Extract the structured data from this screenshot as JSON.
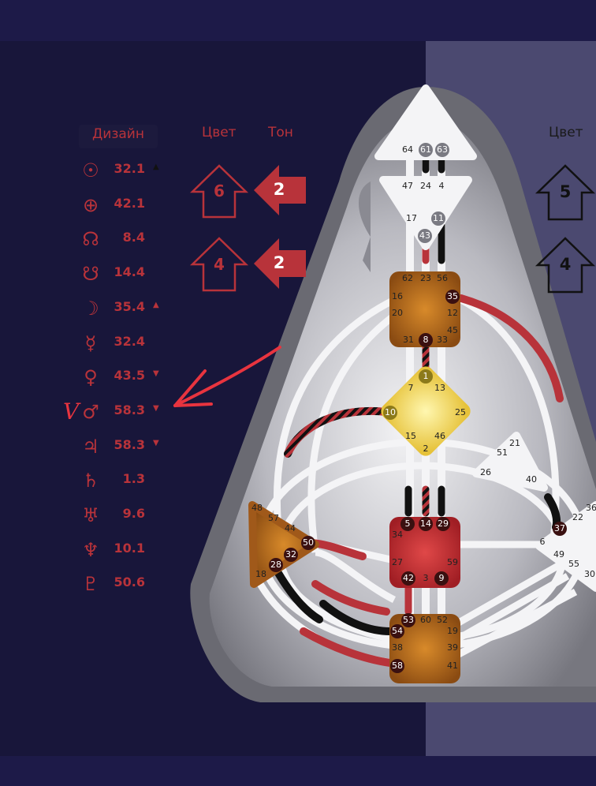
{
  "headers": {
    "design": "Дизайн",
    "color": "Цвет",
    "tone": "Тон",
    "right_color": "Цвет"
  },
  "planets": [
    {
      "icon": "sun-icon",
      "glyph": "☉",
      "value": "32.1",
      "mark": "▲",
      "mark_dark": true
    },
    {
      "icon": "earth-icon",
      "glyph": "⊕",
      "value": "42.1",
      "mark": ""
    },
    {
      "icon": "north-node-icon",
      "glyph": "☊",
      "value": "8.4",
      "mark": ""
    },
    {
      "icon": "south-node-icon",
      "glyph": "☋",
      "value": "14.4",
      "mark": ""
    },
    {
      "icon": "moon-icon",
      "glyph": "☽",
      "value": "35.4",
      "mark": "▲"
    },
    {
      "icon": "mercury-icon",
      "glyph": "☿",
      "value": "32.4",
      "mark": ""
    },
    {
      "icon": "venus-icon",
      "glyph": "♀",
      "value": "43.5",
      "mark": "▼"
    },
    {
      "icon": "mars-icon",
      "glyph": "♂",
      "value": "58.3",
      "mark": "▼"
    },
    {
      "icon": "jupiter-icon",
      "glyph": "♃",
      "value": "58.3",
      "mark": "▼"
    },
    {
      "icon": "saturn-icon",
      "glyph": "♄",
      "value": "1.3",
      "mark": ""
    },
    {
      "icon": "uranus-icon",
      "glyph": "♅",
      "value": "9.6",
      "mark": ""
    },
    {
      "icon": "neptune-icon",
      "glyph": "♆",
      "value": "10.1",
      "mark": ""
    },
    {
      "icon": "pluto-icon",
      "glyph": "♇",
      "value": "50.6",
      "mark": ""
    }
  ],
  "arrows": {
    "design_color_1": "6",
    "design_tone_1": "2",
    "design_color_2": "4",
    "design_tone_2": "2",
    "right_color_1": "5",
    "right_color_2": "4"
  },
  "annotation": {
    "check_mark": "V"
  },
  "gates": {
    "head": [
      "64",
      "61",
      "63"
    ],
    "ajna": [
      "47",
      "24",
      "4",
      "17",
      "11",
      "43"
    ],
    "throat": [
      "62",
      "23",
      "56",
      "16",
      "35",
      "20",
      "12",
      "45",
      "31",
      "8",
      "33"
    ],
    "g": [
      "1",
      "7",
      "13",
      "10",
      "25",
      "15",
      "46",
      "2"
    ],
    "heart": [
      "21",
      "51",
      "26",
      "40"
    ],
    "sacral": [
      "5",
      "14",
      "29",
      "34",
      "27",
      "59",
      "42",
      "3",
      "9"
    ],
    "spleen": [
      "48",
      "57",
      "44",
      "50",
      "32",
      "28",
      "18"
    ],
    "solar": [
      "36",
      "22",
      "37",
      "6",
      "49",
      "55",
      "30"
    ],
    "root": [
      "53",
      "60",
      "52",
      "54",
      "19",
      "38",
      "39",
      "58",
      "41"
    ]
  },
  "colors": {
    "design_red": "#b8333a",
    "dark_bg": "#18163a",
    "right_bg": "#4b4970",
    "annotation": "#e8343f"
  }
}
